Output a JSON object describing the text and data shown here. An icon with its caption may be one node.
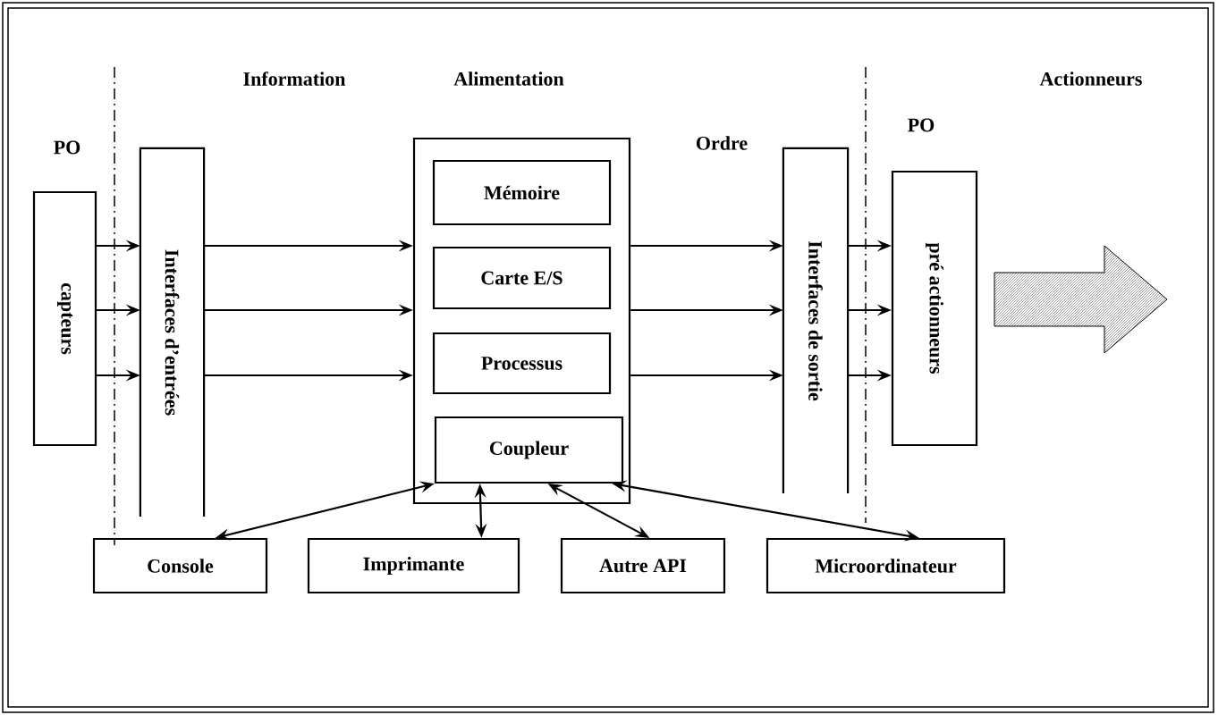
{
  "diagram": {
    "nodes": [
      {
        "text": [
          "capteurs"
        ]
      },
      {
        "text": [
          "Interfaces d’entrées"
        ]
      },
      {
        "text": [],
        "shape": "box"
      },
      {
        "text": [
          "Mémoire"
        ],
        "in": 2
      },
      {
        "text": [
          "Carte E/S"
        ],
        "in": 2
      },
      {
        "text": [
          "Processus"
        ],
        "in": 2
      },
      {
        "text": [
          "Coupleur"
        ],
        "in": 2
      },
      {
        "text": [
          "Interfaces de sortie"
        ]
      },
      {
        "text": [
          "pré actionneurs"
        ]
      },
      {
        "text": [
          "Console"
        ]
      },
      {
        "text": [
          "Imprimante"
        ]
      },
      {
        "text": [
          "Autre API"
        ]
      },
      {
        "text": [
          "Microordinateur"
        ]
      }
    ],
    "edges": [
      {
        "from": 0,
        "to": 1,
        "arrow": "to"
      },
      {
        "from": 0,
        "to": 1,
        "arrow": "to"
      },
      {
        "from": 0,
        "to": 1,
        "arrow": "to"
      },
      {
        "from": 1,
        "to": 2,
        "arrow": "to"
      },
      {
        "from": 1,
        "to": 2,
        "arrow": "to"
      },
      {
        "from": 1,
        "to": 2,
        "arrow": "to"
      },
      {
        "from": 2,
        "to": 7,
        "arrow": "to"
      },
      {
        "from": 2,
        "to": 7,
        "arrow": "to"
      },
      {
        "from": 2,
        "to": 7,
        "arrow": "to"
      },
      {
        "from": 7,
        "to": 8,
        "arrow": "to"
      },
      {
        "from": 7,
        "to": 8,
        "arrow": "to"
      },
      {
        "from": 7,
        "to": 8,
        "arrow": "to"
      },
      {
        "from": 6,
        "to": 9,
        "arrow": "both"
      },
      {
        "from": 6,
        "to": 10,
        "arrow": "both"
      },
      {
        "from": 6,
        "to": 11,
        "arrow": "both"
      },
      {
        "from": 6,
        "to": 12,
        "arrow": "both"
      }
    ],
    "labels": [
      "Information",
      "Alimentation",
      "Actionneurs",
      "PO",
      "PO",
      "Ordre"
    ]
  }
}
